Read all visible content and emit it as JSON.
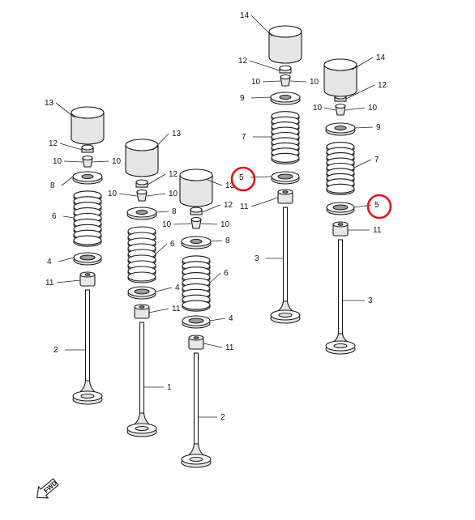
{
  "diagram": {
    "assemblies": [
      {
        "id": "left",
        "labels": {
          "tappet": "13",
          "pad": "12",
          "cotter_l": "10",
          "cotter_r": "10",
          "retainer": "8",
          "spring": "6",
          "seat": "4",
          "seal": "11",
          "valve": "2"
        }
      },
      {
        "id": "mid-left",
        "labels": {
          "tappet": "13",
          "pad": "12",
          "cotter_l": "10",
          "cotter_r": "10",
          "retainer": "8",
          "spring": "6",
          "seat": "4",
          "seal": "11",
          "valve": "1"
        }
      },
      {
        "id": "mid",
        "labels": {
          "tappet": "13",
          "pad": "12",
          "cotter_l": "10",
          "cotter_r": "10",
          "retainer": "8",
          "spring": "6",
          "seat": "4",
          "seal": "11",
          "valve": "2"
        }
      },
      {
        "id": "right-1",
        "labels": {
          "tappet": "14",
          "pad": "12",
          "cotter_l": "10",
          "cotter_r": "10",
          "retainer": "9",
          "spring": "7",
          "seat": "5",
          "seal": "11",
          "valve": "3"
        }
      },
      {
        "id": "right-2",
        "labels": {
          "tappet": "14",
          "pad": "12",
          "cotter_l": "10",
          "cotter_r": "10",
          "retainer": "9",
          "spring": "7",
          "seat": "5",
          "seal": "11",
          "valve": "3"
        }
      }
    ],
    "highlighted": [
      "5",
      "5"
    ],
    "fwd_label": "FWD",
    "highlight_color": "#e0141e"
  }
}
